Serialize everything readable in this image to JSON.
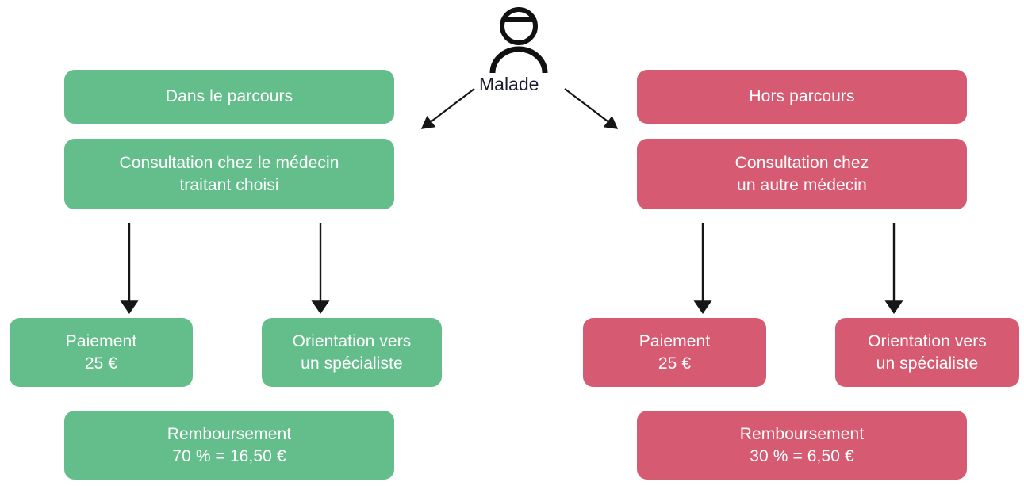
{
  "diagram": {
    "title_text": "Malade",
    "icon_name": "person-icon",
    "colors": {
      "green": "#64be8b",
      "red": "#d65b72",
      "arrow": "#161616",
      "label_text": "#1b1b2f",
      "box_text": "#ffffff",
      "background": "#ffffff"
    },
    "branches": {
      "left": {
        "header": "Dans le parcours",
        "consultation": "Consultation chez le médecin\ntraitant choisi",
        "payment": "Paiement\n25 €",
        "orientation": "Orientation vers\nun spécialiste",
        "reimbursement": "Remboursement\n70 % = 16,50 €"
      },
      "right": {
        "header": "Hors parcours",
        "consultation": "Consultation chez\nun autre médecin",
        "payment": "Paiement\n25 €",
        "orientation": "Orientation vers\nun spécialiste",
        "reimbursement": "Remboursement\n30 % = 6,50 €"
      }
    }
  },
  "chart_data": {
    "type": "diagram",
    "title": "Malade",
    "nodes": [
      {
        "id": "malade",
        "label": "Malade",
        "kind": "actor"
      },
      {
        "id": "left-header",
        "label": "Dans le parcours",
        "color": "#64be8b"
      },
      {
        "id": "left-consultation",
        "label": "Consultation chez le médecin traitant choisi",
        "color": "#64be8b"
      },
      {
        "id": "left-payment",
        "label": "Paiement 25 €",
        "color": "#64be8b",
        "amount": 25,
        "currency": "EUR"
      },
      {
        "id": "left-orientation",
        "label": "Orientation vers un spécialiste",
        "color": "#64be8b"
      },
      {
        "id": "left-reimbursement",
        "label": "Remboursement 70 % = 16,50 €",
        "color": "#64be8b",
        "rate_percent": 70,
        "amount": 16.5,
        "currency": "EUR"
      },
      {
        "id": "right-header",
        "label": "Hors parcours",
        "color": "#d65b72"
      },
      {
        "id": "right-consultation",
        "label": "Consultation chez un autre médecin",
        "color": "#d65b72"
      },
      {
        "id": "right-payment",
        "label": "Paiement 25 €",
        "color": "#d65b72",
        "amount": 25,
        "currency": "EUR"
      },
      {
        "id": "right-orientation",
        "label": "Orientation vers un spécialiste",
        "color": "#d65b72"
      },
      {
        "id": "right-reimbursement",
        "label": "Remboursement 30 % = 6,50 €",
        "color": "#d65b72",
        "rate_percent": 30,
        "amount": 6.5,
        "currency": "EUR"
      }
    ],
    "edges": [
      {
        "from": "malade",
        "to": "left-header",
        "style": "arrow"
      },
      {
        "from": "malade",
        "to": "right-header",
        "style": "arrow"
      },
      {
        "from": "left-consultation",
        "to": "left-payment",
        "style": "arrow"
      },
      {
        "from": "left-consultation",
        "to": "left-orientation",
        "style": "arrow"
      },
      {
        "from": "right-consultation",
        "to": "right-payment",
        "style": "arrow"
      },
      {
        "from": "right-consultation",
        "to": "right-orientation",
        "style": "arrow"
      }
    ]
  }
}
